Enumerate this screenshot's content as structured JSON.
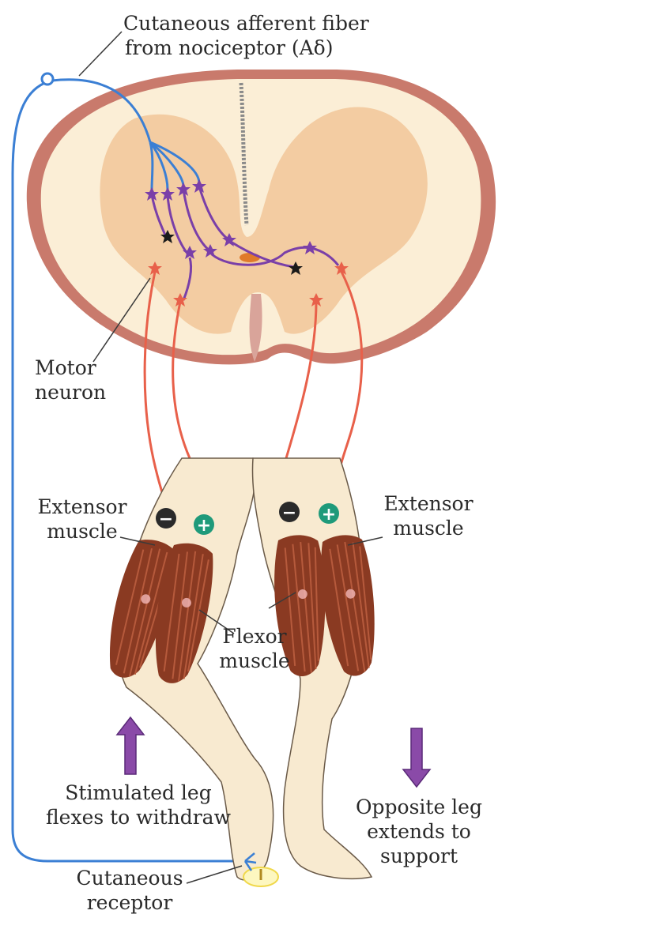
{
  "labels": {
    "afferent_fiber": {
      "line1": "Cutaneous afferent fiber",
      "line2": "from nociceptor (Aδ)"
    },
    "motor_neuron": {
      "line1": "Motor",
      "line2": "neuron"
    },
    "extensor_left": {
      "line1": "Extensor",
      "line2": "muscle"
    },
    "extensor_right": {
      "line1": "Extensor",
      "line2": "muscle"
    },
    "flexor": {
      "line1": "Flexor",
      "line2": "muscle"
    },
    "stimulated_leg": {
      "line1": "Stimulated leg",
      "line2": "flexes to withdraw"
    },
    "opposite_leg": {
      "line1": "Opposite leg",
      "line2": "extends to",
      "line3": "support"
    },
    "cutaneous_receptor": {
      "line1": "Cutaneous",
      "line2": "receptor"
    }
  },
  "signs": {
    "inhibit": "−",
    "excite": "+"
  },
  "colors": {
    "afferent": "#3b7fd4",
    "interneuron": "#7a3fa8",
    "motor": "#e8604a",
    "white_matter": "#fbeed6",
    "gray_matter": "#f3cca2",
    "pia": "#c97a6c",
    "skin": "#f8ead0",
    "muscle": "#8a3a22",
    "arrow": "#8a4aa8",
    "excite_badge": "#1f9a7a",
    "inhibit_badge": "#2a2a2a"
  }
}
